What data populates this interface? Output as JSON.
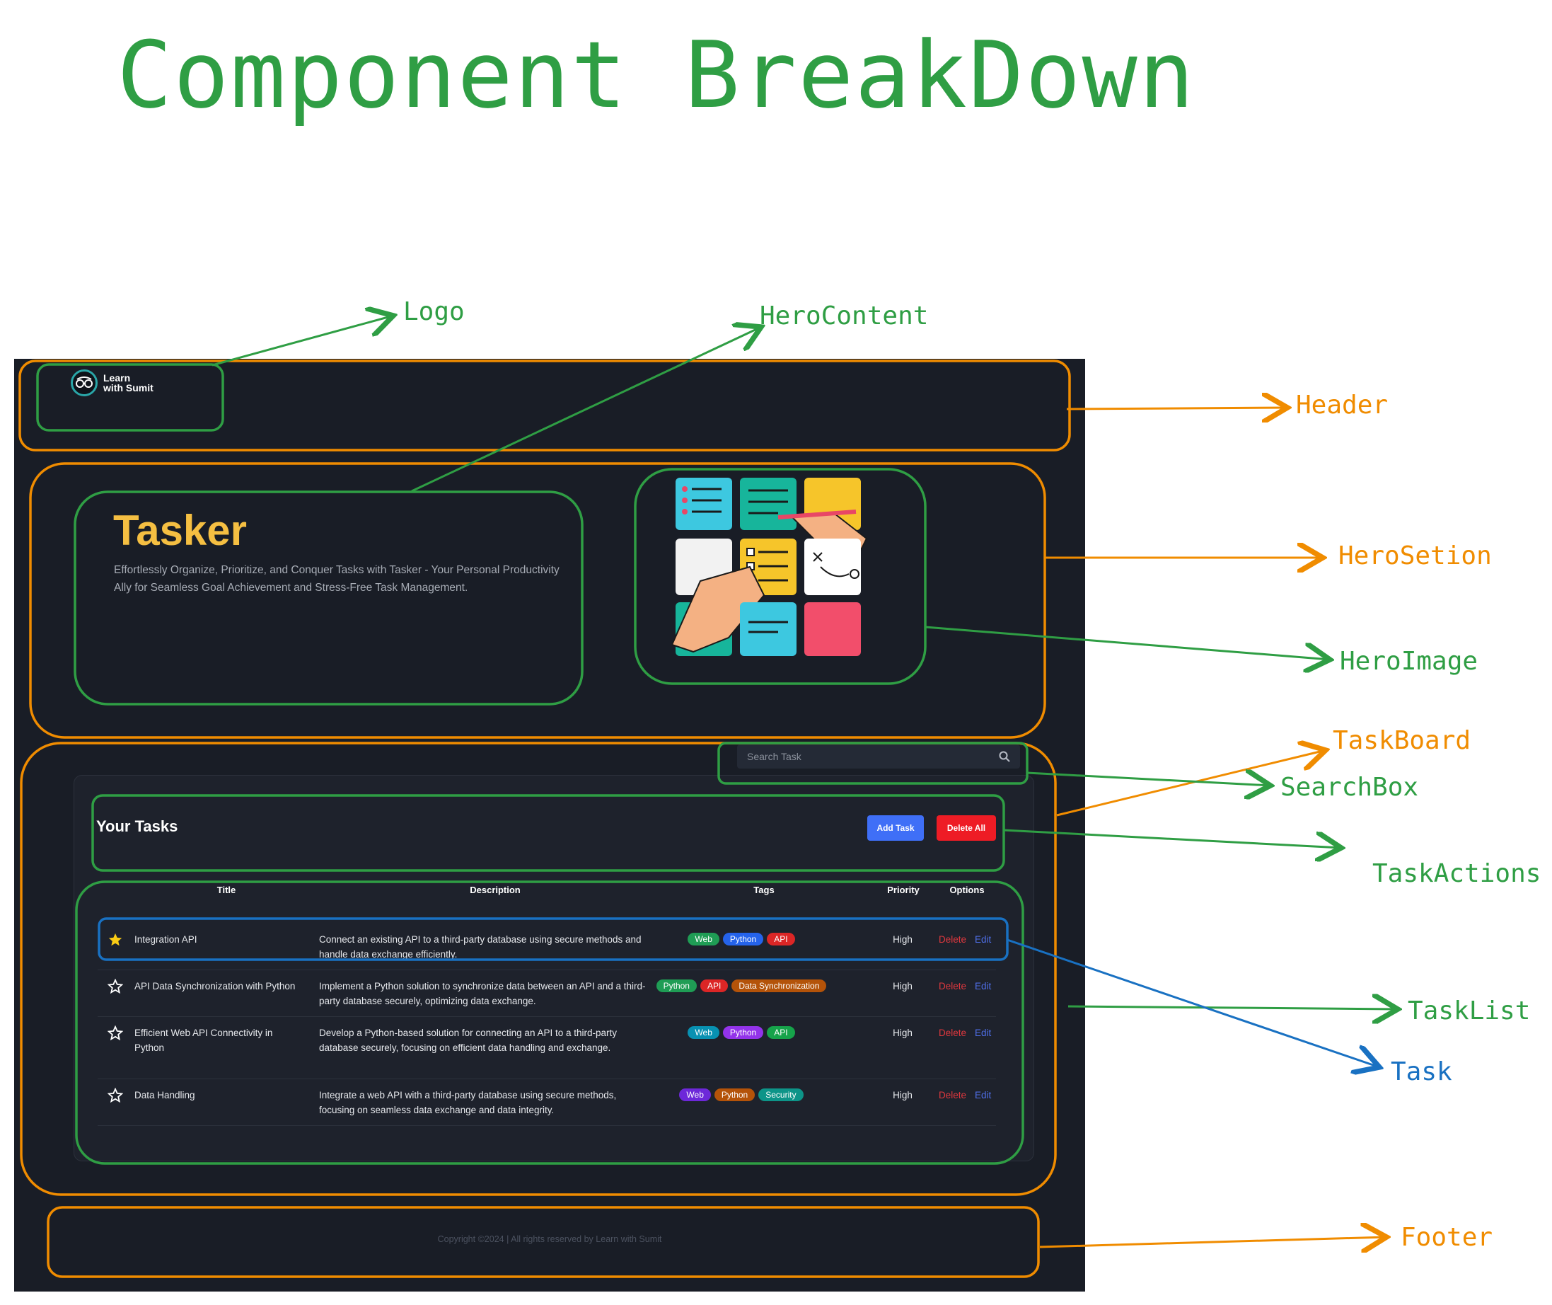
{
  "diagram_title": "Component BreakDown",
  "colors": {
    "green": "#2f9e44",
    "orange": "#f08c00",
    "blue": "#1971c2",
    "app_bg": "#191d26",
    "accent_yellow": "#f5bf42"
  },
  "labels": {
    "logo": "Logo",
    "hero_content": "HeroContent",
    "header": "Header",
    "hero_section": "HeroSetion",
    "hero_image": "HeroImage",
    "task_board": "TaskBoard",
    "search_box": "SearchBox",
    "task_actions": "TaskActions",
    "task_list": "TaskList",
    "task": "Task",
    "footer": "Footer"
  },
  "app": {
    "logo_text_line1": "Learn",
    "logo_text_line2": "with Sumit",
    "hero_title": "Tasker",
    "hero_description": "Effortlessly Organize, Prioritize, and Conquer Tasks with Tasker - Your Personal Productivity Ally for Seamless Goal Achievement and Stress-Free Task Management.",
    "hero_image_icon": "sticky-notes-illustration",
    "search_placeholder": "Search Task",
    "search_icon": "search-icon",
    "board_title": "Your Tasks",
    "add_task_label": "Add Task",
    "delete_all_label": "Delete All",
    "table_headers": [
      "Title",
      "Description",
      "Tags",
      "Priority",
      "Options"
    ],
    "tasks": [
      {
        "title": "Integration API",
        "description": "Connect an existing API to a third-party database using secure methods and handle data exchange efficiently.",
        "tags": [
          {
            "label": "Web",
            "color": "#1f9d55"
          },
          {
            "label": "Python",
            "color": "#2563eb"
          },
          {
            "label": "API",
            "color": "#dc2626"
          }
        ],
        "priority": "High",
        "favorite": true,
        "delete_label": "Delete",
        "edit_label": "Edit"
      },
      {
        "title": "API Data Synchronization with Python",
        "description": "Implement a Python solution to synchronize data between an API and a third-party database securely, optimizing data exchange.",
        "tags": [
          {
            "label": "Python",
            "color": "#1f9d55"
          },
          {
            "label": "API",
            "color": "#dc2626"
          },
          {
            "label": "Data Synchronization",
            "color": "#b45309"
          }
        ],
        "priority": "High",
        "favorite": false,
        "delete_label": "Delete",
        "edit_label": "Edit"
      },
      {
        "title": "Efficient Web API Connectivity in Python",
        "description": "Develop a Python-based solution for connecting an API to a third-party database securely, focusing on efficient data handling and exchange.",
        "tags": [
          {
            "label": "Web",
            "color": "#0891b2"
          },
          {
            "label": "Python",
            "color": "#9333ea"
          },
          {
            "label": "API",
            "color": "#16a34a"
          }
        ],
        "priority": "High",
        "favorite": false,
        "delete_label": "Delete",
        "edit_label": "Edit"
      },
      {
        "title": "Data Handling",
        "description": "Integrate a web API with a third-party database using secure methods, focusing on seamless data exchange and data integrity.",
        "tags": [
          {
            "label": "Web",
            "color": "#6d28d9"
          },
          {
            "label": "Python",
            "color": "#b45309"
          },
          {
            "label": "Security",
            "color": "#0d9488"
          }
        ],
        "priority": "High",
        "favorite": false,
        "delete_label": "Delete",
        "edit_label": "Edit"
      }
    ],
    "footer_text": "Copyright ©2024 | All rights reserved by Learn with Sumit"
  }
}
